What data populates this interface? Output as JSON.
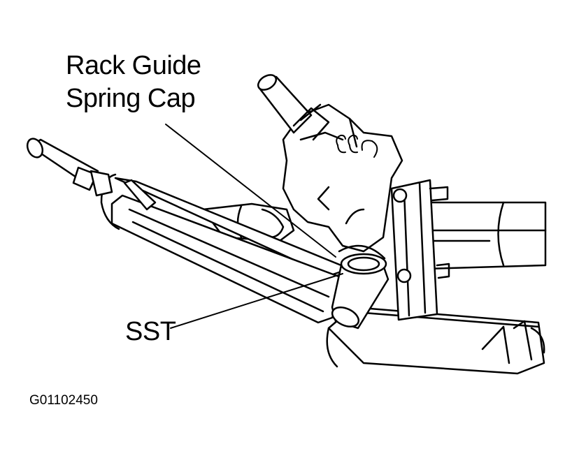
{
  "callouts": {
    "rack_guide_line1": "Rack Guide",
    "rack_guide_line2": "Spring Cap",
    "sst": "SST"
  },
  "figure_code": "G01102450",
  "colors": {
    "ink": "#000000",
    "paper": "#ffffff"
  }
}
